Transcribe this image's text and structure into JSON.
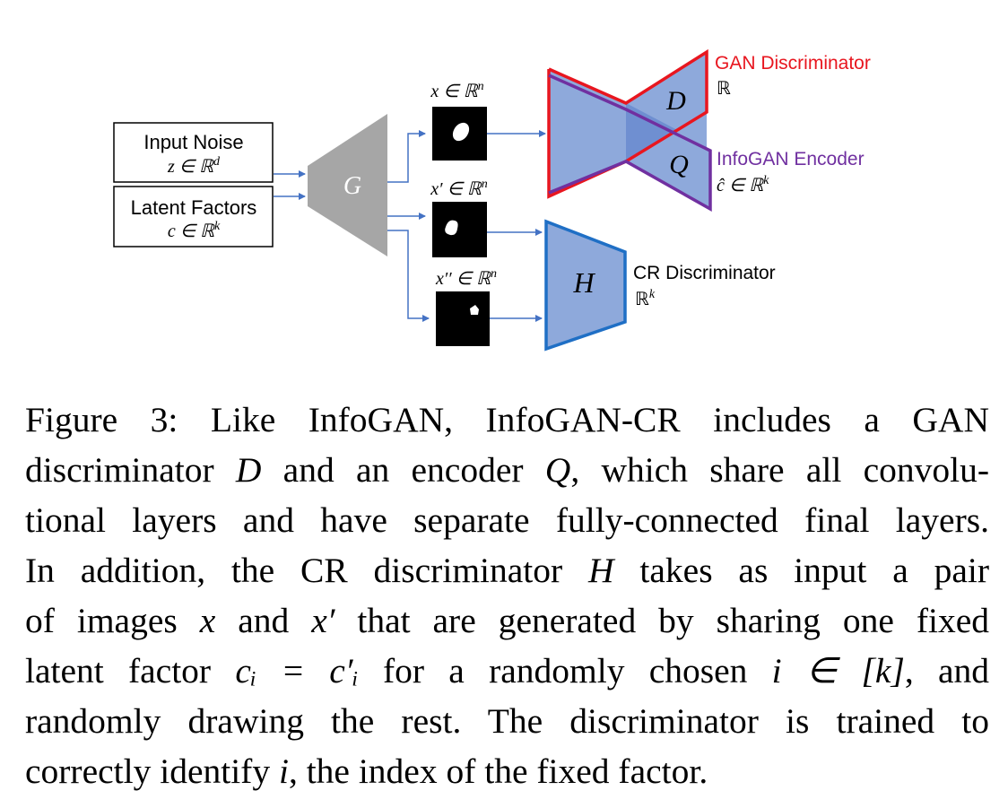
{
  "figure": {
    "inputs": {
      "noise_title": "Input Noise",
      "noise_math": "z ∈ ℝ",
      "noise_sup": "d",
      "latent_title": "Latent Factors",
      "latent_math": "c ∈ ℝ",
      "latent_sup": "k"
    },
    "generator_label": "G",
    "images": {
      "x_label": "x ∈ ℝ",
      "x_sup": "n",
      "xp_label": "x′ ∈ ℝ",
      "xp_sup": "n",
      "xpp_label": "x′′ ∈ ℝ",
      "xpp_sup": "n"
    },
    "gan": {
      "d_label": "D",
      "q_label": "Q",
      "gan_disc_title": "GAN Discriminator",
      "gan_disc_space": "ℝ",
      "encoder_title": "InfoGAN Encoder",
      "encoder_space": "ĉ ∈ ℝ",
      "encoder_sup": "k"
    },
    "cr": {
      "h_label": "H",
      "title": "CR Discriminator",
      "space": "ℝ",
      "space_sup": "k"
    },
    "colors": {
      "blue_fill": "#8EA9DB",
      "overlap_fill": "#6F8FD1",
      "red": "#E8161F",
      "purple": "#7030A0",
      "blue_stroke": "#1F6FC5",
      "gray": "#A6A6A6",
      "arrow": "#4472C4"
    }
  },
  "caption": {
    "l1": "Figure 3: Like InfoGAN, InfoGAN-CR includes a GAN",
    "l2a": "discriminator ",
    "l2b": "D",
    "l2c": " and an encoder ",
    "l2d": "Q",
    "l2e": ", which share all convolu-",
    "l3": "tional layers and have separate fully-connected final layers.",
    "l4a": "In addition, the CR discriminator ",
    "l4b": "H",
    "l4c": " takes as input a pair",
    "l5a": "of images ",
    "l5b": "x",
    "l5c": " and ",
    "l5d": "x′",
    "l5e": " that are generated by sharing one fixed",
    "l6a": "latent factor ",
    "l6b": "cᵢ = c′ᵢ",
    "l6c": " for a randomly chosen ",
    "l6d": "i ∈ [k]",
    "l6e": ", and",
    "l7": "randomly drawing the rest. The discriminator is trained to",
    "l8a": "correctly identify ",
    "l8b": "i",
    "l8c": ", the index of the fixed factor."
  }
}
